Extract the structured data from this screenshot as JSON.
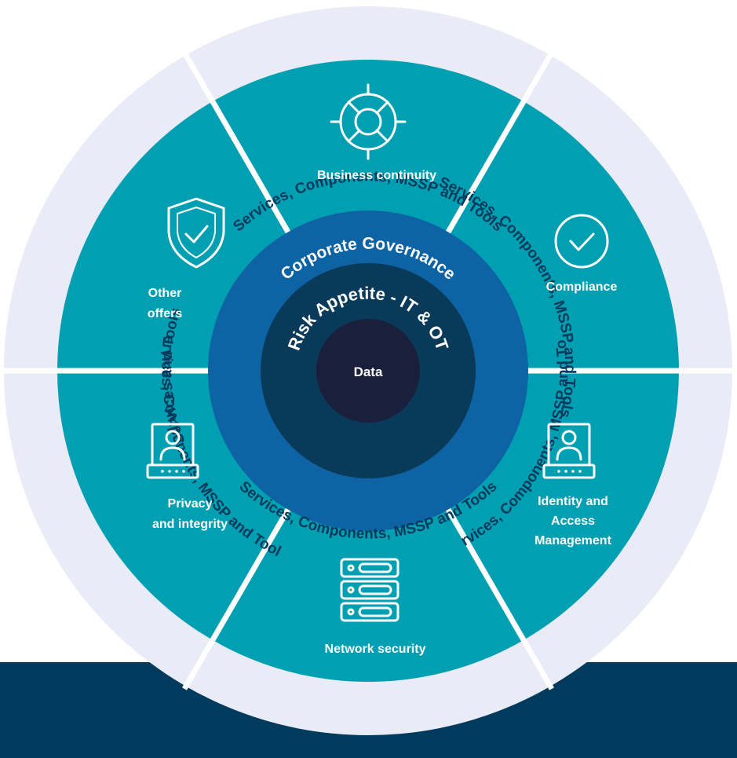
{
  "outer_ring": {
    "top": "Services, Components, MSSP and Tools",
    "top_right": "Services, Components, MSSP and Tools",
    "bottom_right": "Services, Components, MSSP and Tools",
    "bottom": "Services, Components, MSSP and Tools",
    "bottom_left": "Services, Components, MSSP and Tools",
    "top_left": "Services and Tools"
  },
  "segments": {
    "business_continuity": "Business continuity",
    "compliance": "Compliance",
    "identity_line1": "Identity and",
    "identity_line2": "Access",
    "identity_line3": "Management",
    "network_security": "Network security",
    "privacy_line1": "Privacy",
    "privacy_line2": "and integrity",
    "other_line1": "Other",
    "other_line2": "offers"
  },
  "layers": {
    "governance": "Corporate Governance",
    "risk": "Risk Appetite - IT & OT",
    "core": "Data"
  },
  "icons": {
    "business_continuity": "lifebuoy-icon",
    "compliance": "check-circle-icon",
    "identity": "user-credential-icon",
    "network_security": "server-rack-icon",
    "privacy": "user-credential-icon",
    "other": "shield-check-icon"
  },
  "colors": {
    "outer_ring": "#e9ebf6",
    "segments": "#009fb2",
    "governance": "#0d63a3",
    "risk": "#0a3a5a",
    "core": "#1a1f3c",
    "band": "#003a5c",
    "ring_text": "#003a5c"
  }
}
